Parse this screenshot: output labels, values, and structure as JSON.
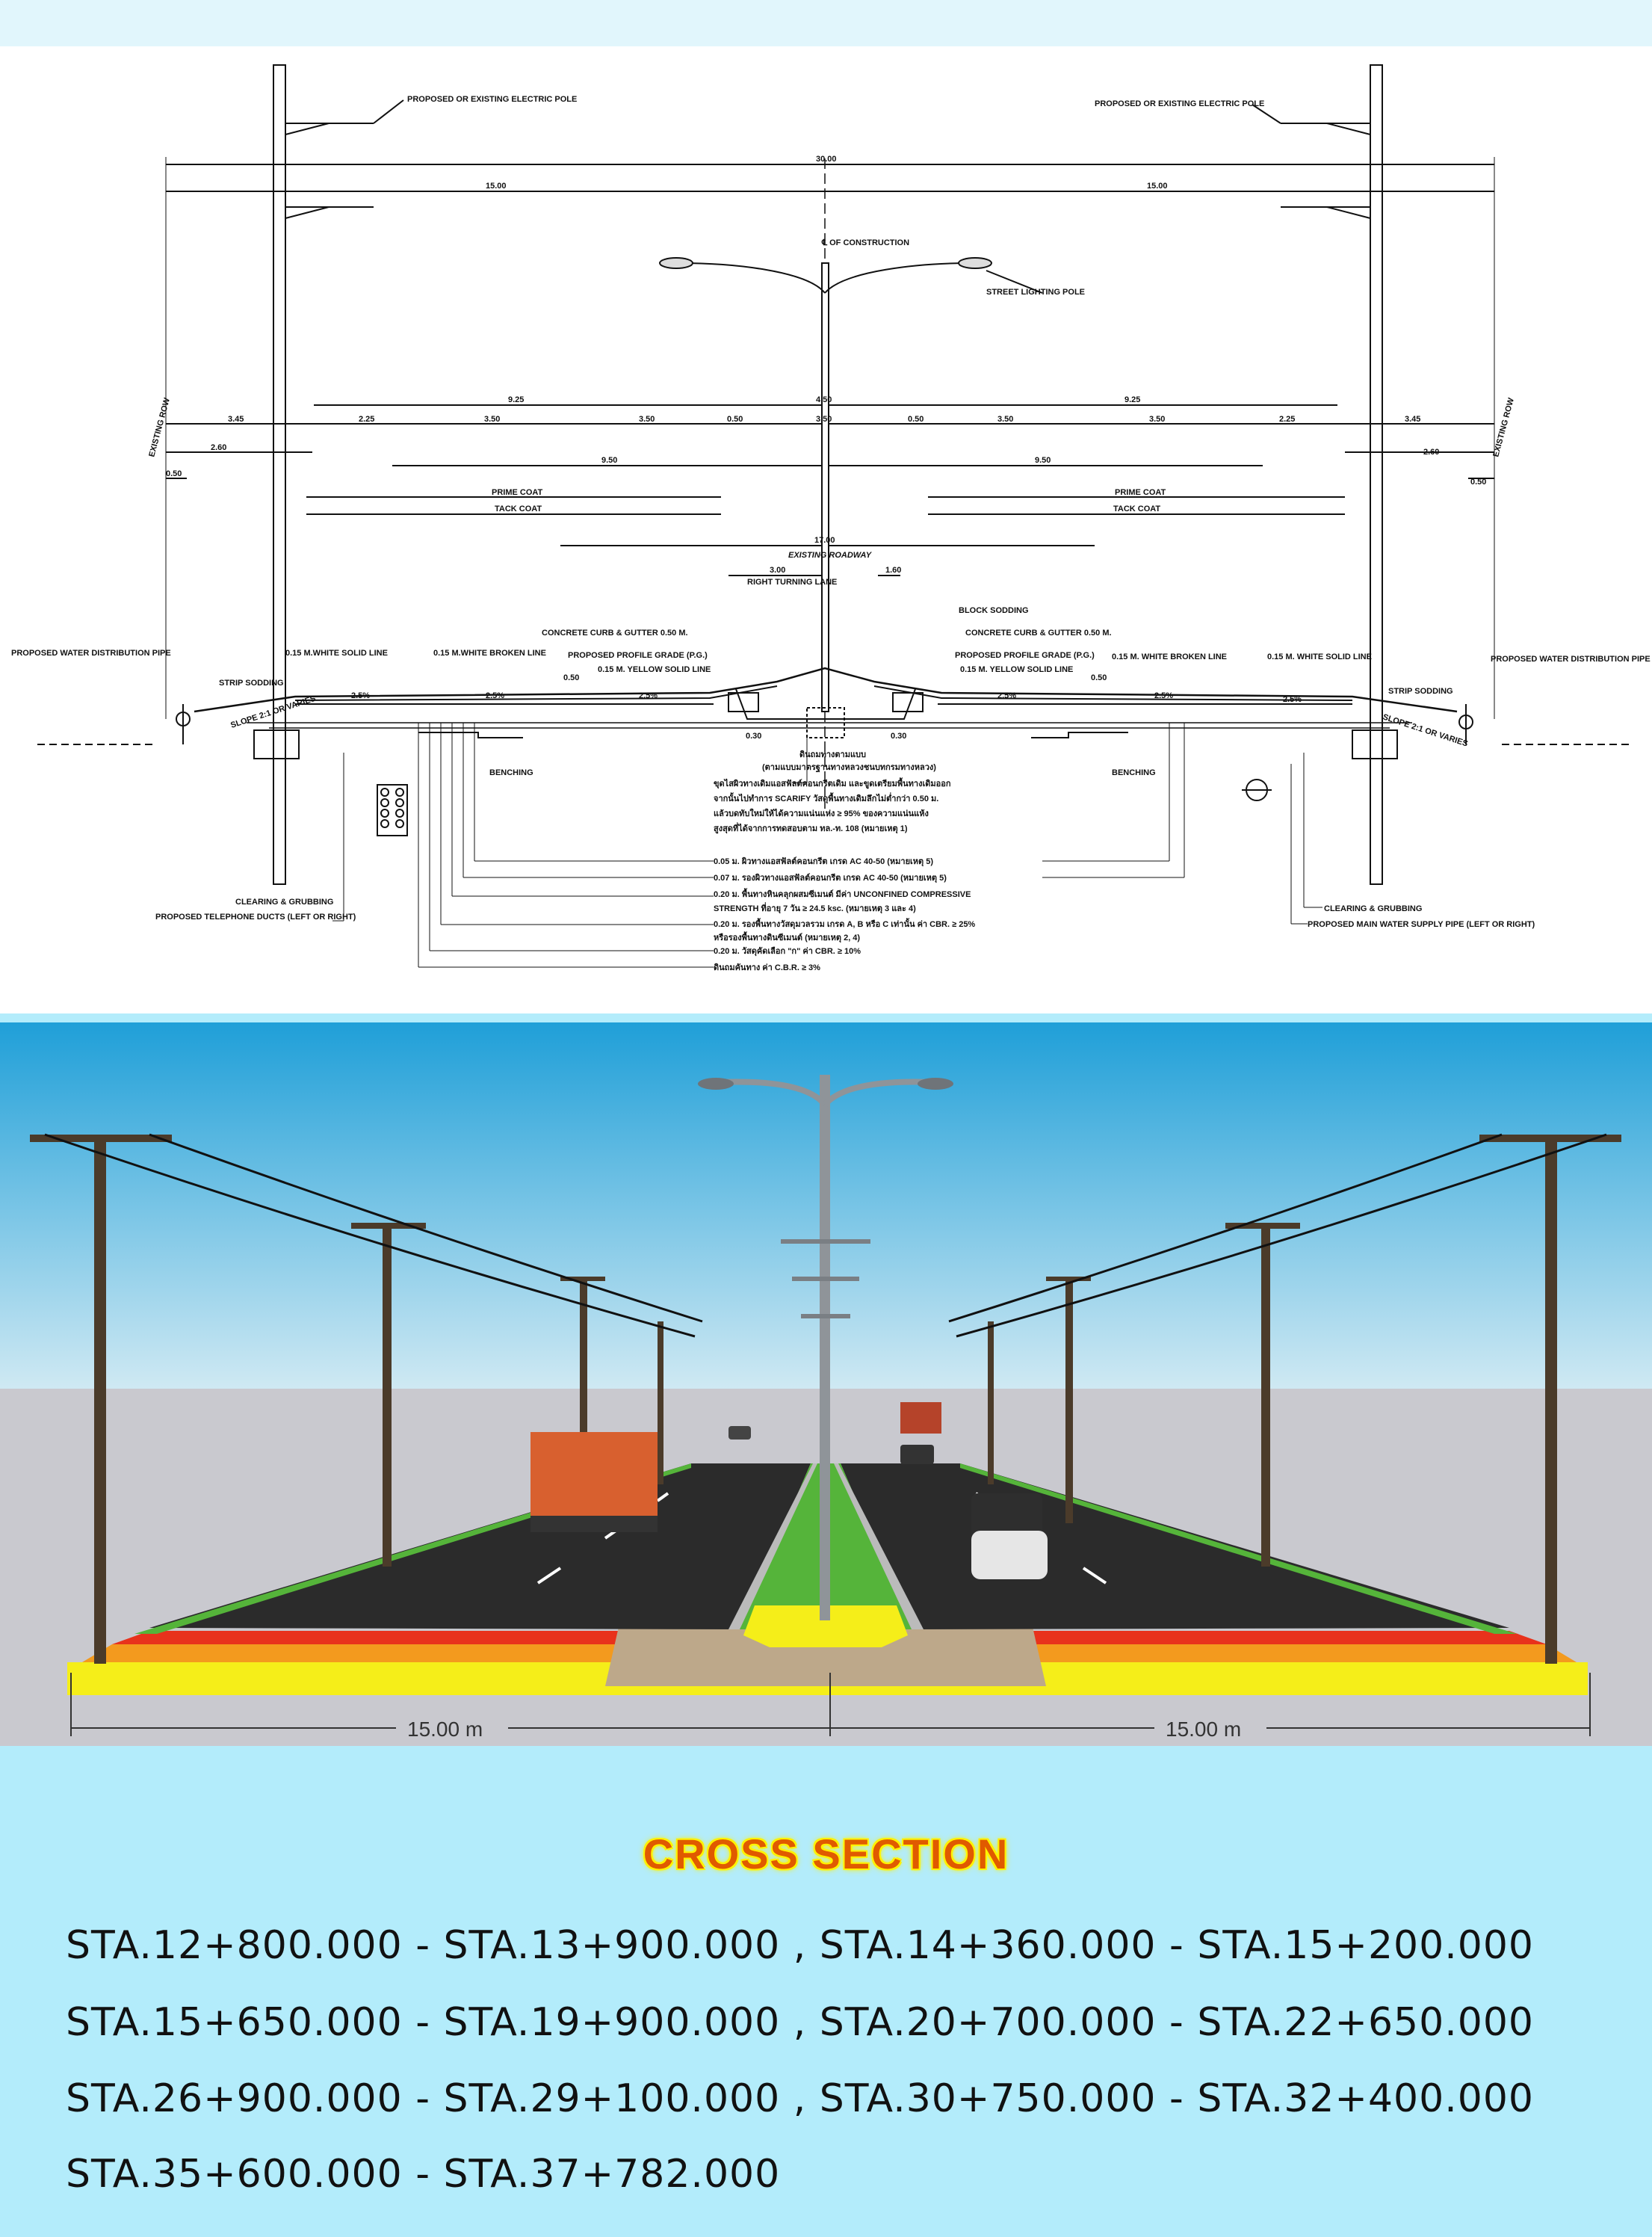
{
  "drawing": {
    "labels": {
      "electric_pole_left": "PROPOSED OR EXISTING ELECTRIC POLE",
      "electric_pole_right": "PROPOSED OR EXISTING ELECTRIC POLE",
      "dim_total": "30.00",
      "dim_half_left": "15.00",
      "dim_half_right": "15.00",
      "centerline": "℄ OF CONSTRUCTION",
      "street_lighting": "STREET LIGHTING POLE",
      "row_left": "EXISTING ROW",
      "row_right": "EXISTING ROW",
      "d_925_l": "9.25",
      "d_450": "4.50",
      "d_925_r": "9.25",
      "d_345_l": "3.45",
      "d_225_l": "2.25",
      "d_350_a": "3.50",
      "d_350_b": "3.50",
      "d_050_a": "0.50",
      "d_350_c": "3.50",
      "d_050_b": "0.50",
      "d_350_d": "3.50",
      "d_350_e": "3.50",
      "d_225_r": "2.25",
      "d_345_r": "3.45",
      "d_260_l": "2.60",
      "d_260_r": "2.60",
      "d_950_l": "9.50",
      "d_950_r": "9.50",
      "d_050_l": "0.50",
      "d_050_r": "0.50",
      "prime_coat_l": "PRIME COAT",
      "tack_coat_l": "TACK COAT",
      "prime_coat_r": "PRIME COAT",
      "tack_coat_r": "TACK COAT",
      "d_1700": "17.00",
      "existing_roadway": "EXISTING ROADWAY",
      "d_300": "3.00",
      "d_160": "1.60",
      "right_turning": "RIGHT TURNING LANE",
      "block_sodding": "BLOCK SODDING",
      "curb_l": "CONCRETE CURB & GUTTER 0.50 M.",
      "curb_r": "CONCRETE CURB & GUTTER 0.50 M.",
      "water_pipe_l": "PROPOSED WATER DISTRIBUTION PIPE",
      "water_pipe_r": "PROPOSED WATER DISTRIBUTION PIPE",
      "white_solid_l": "0.15 M.WHITE SOLID LINE",
      "white_broken_l": "0.15 M.WHITE BROKEN LINE",
      "profile_grade_l": "PROPOSED PROFILE GRADE (P.G.)",
      "yellow_solid_l": "0.15 M. YELLOW SOLID LINE",
      "profile_grade_r": "PROPOSED PROFILE GRADE (P.G.)",
      "yellow_solid_r": "0.15 M. YELLOW SOLID LINE",
      "white_broken_r": "0.15 M. WHITE BROKEN LINE",
      "white_solid_r": "0.15 M. WHITE SOLID LINE",
      "strip_sodding_l": "STRIP SODDING",
      "strip_sodding_r": "STRIP SODDING",
      "slope_l": "SLOPE 2:1 OR VARIES",
      "slope_r": "SLOPE 2:1 OR VARIES",
      "pct_25_a": "2.5%",
      "pct_25_b": "2.5%",
      "pct_25_c": "2.5%",
      "pct_25_d": "2.5%",
      "pct_25_e": "2.5%",
      "pct_25_f": "2.5%",
      "d_050_m1": "0.50",
      "d_050_m2": "0.50",
      "d_030_a": "0.30",
      "d_030_b": "0.30",
      "benching_l": "BENCHING",
      "benching_r": "BENCHING",
      "clearing_l": "CLEARING & GRUBBING",
      "clearing_r": "CLEARING & GRUBBING",
      "telephone": "PROPOSED TELEPHONE DUCTS (LEFT OR RIGHT)",
      "main_water": "PROPOSED MAIN WATER SUPPLY PIPE (LEFT OR RIGHT)",
      "note_topsoil": "ดินถมทางตามแบบ",
      "note_topsoil_2": "(ตามแบบมาตรฐานทางหลวงชนบทกรมทางหลวง)",
      "note_scarify_1": "ขุดไสผิวทางเดิมแอสฟัลต์คอนกรีตเดิม และขูดเตรียมพื้นทางเดิมออก",
      "note_scarify_2": "จากนั้นไปทำการ SCARIFY วัสดุพื้นทางเดิมลึกไม่ต่ำกว่า 0.50 ม.",
      "note_scarify_3": "แล้วบดทับใหม่ให้ได้ความแน่นแห่ง ≥ 95% ของความแน่นแห้ง",
      "note_scarify_4": "สูงสุดที่ได้จากการทดสอบตาม ทล.-ท. 108 (หมายเหตุ 1)",
      "layer_1": "0.05 ม. ผิวทางแอสฟัลต์คอนกรีต เกรด AC 40-50 (หมายเหตุ 5)",
      "layer_2": "0.07 ม. รองผิวทางแอสฟัลต์คอนกรีต เกรด AC 40-50 (หมายเหตุ 5)",
      "layer_3": "0.20 ม. พื้นทางหินคลุกผสมซีเมนต์ มีค่า UNCONFINED COMPRESSIVE",
      "layer_3b": "STRENGTH ที่อายุ 7 วัน ≥ 24.5 ksc. (หมายเหตุ 3 และ 4)",
      "layer_4": "0.20 ม. รองพื้นทางวัสดุมวลรวม เกรด A, B หรือ C เท่านั้น ค่า CBR. ≥ 25%",
      "layer_4b": "หรือรองพื้นทางดินซีเมนต์ (หมายเหตุ 2, 4)",
      "layer_5": "0.20 ม. วัสดุคัดเลือก \"ก\" ค่า CBR. ≥ 10%",
      "layer_6": "ดินถมคันทาง ค่า C.B.R. ≥ 3%"
    }
  },
  "render": {
    "dim_left": "15.00 m",
    "dim_right": "15.00 m",
    "colors": {
      "sky_top": "#1f9fd8",
      "sky_bottom": "#cfe9f3",
      "ground": "#c9c9cf",
      "asphalt": "#2b2b2b",
      "median": "#55b43a",
      "red_layer": "#e8321c",
      "orange_layer": "#f39a1e",
      "yellow_layer": "#f5ee19",
      "truck": "#d8602f"
    }
  },
  "footer": {
    "title": "CROSS   SECTION",
    "stations": [
      "STA.12+800.000  -  STA.13+900.000  ,  STA.14+360.000  -  STA.15+200.000",
      "STA.15+650.000  -  STA.19+900.000  ,  STA.20+700.000  -  STA.22+650.000",
      "STA.26+900.000  -  STA.29+100.000  ,  STA.30+750.000  -  STA.32+400.000",
      "STA.35+600.000  -  STA.37+782.000"
    ]
  }
}
